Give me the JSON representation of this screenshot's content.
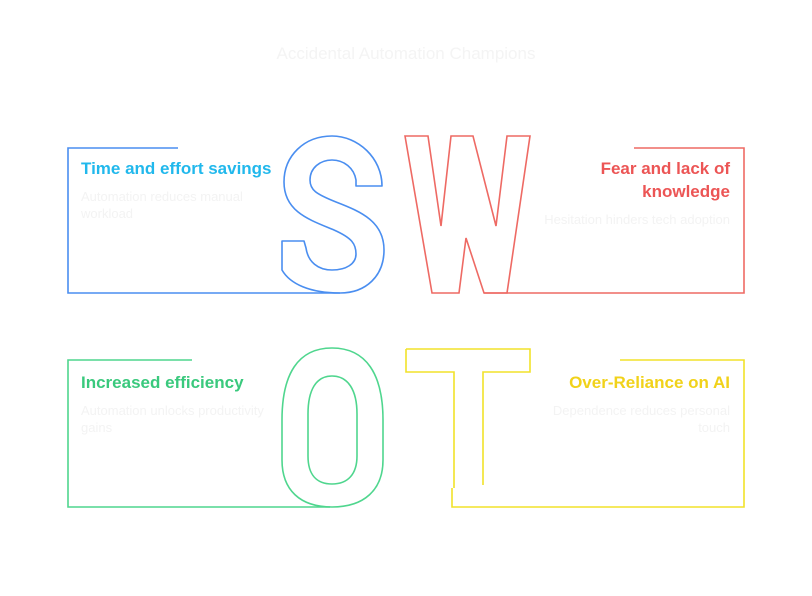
{
  "title": "Accidental Automation Champions",
  "letters": {
    "s": "S",
    "w": "W",
    "o": "O",
    "t": "T"
  },
  "colors": {
    "strengths": "#4a8ef0",
    "weaknesses": "#ee6a64",
    "opportunities": "#4fd68e",
    "threats": "#f2e22a",
    "strengths_heading": "#21b8ec",
    "weaknesses_heading": "#ec5555",
    "opportunities_heading": "#3ac97d",
    "threats_heading": "#f1d21a",
    "faint_text": "#f3f3f3"
  },
  "quadrants": {
    "strengths": {
      "heading": "Time and effort savings",
      "description": "Automation reduces manual workload"
    },
    "weaknesses": {
      "heading": "Fear and lack of knowledge",
      "description": "Hesitation hinders tech adoption"
    },
    "opportunities": {
      "heading": "Increased efficiency",
      "description": "Automation unlocks productivity gains"
    },
    "threats": {
      "heading": "Over-Reliance on AI",
      "description": "Dependence reduces personal touch"
    }
  }
}
